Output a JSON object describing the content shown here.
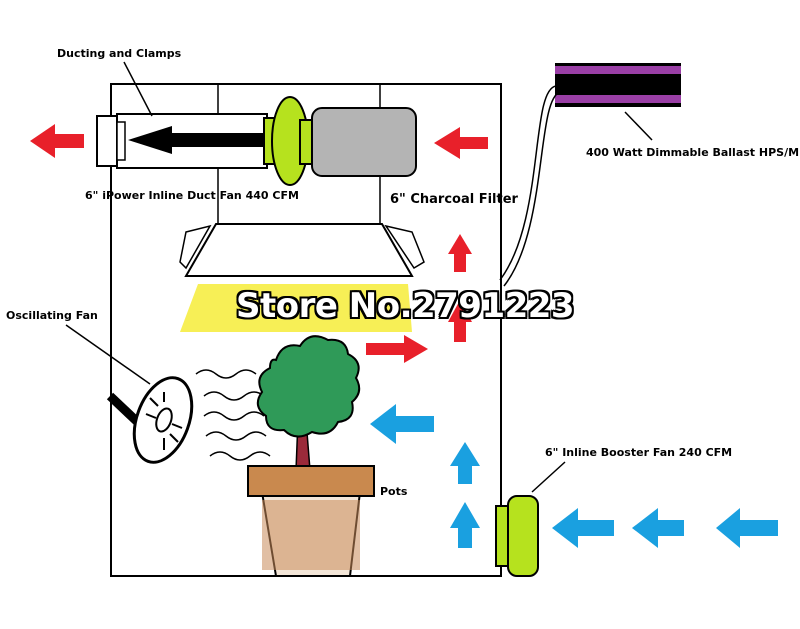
{
  "labels": {
    "ducting": "Ducting and Clamps",
    "inline_fan": "6\" iPower Inline Duct Fan 440 CFM",
    "charcoal_filter": "6\" Charcoal Filter",
    "ballast": "400 Watt Dimmable Ballast HPS/MH",
    "oscillating_fan": "Oscillating Fan",
    "booster_fan": "6\" Inline Booster Fan  240 CFM",
    "pots": "Pots",
    "watermark": "Store No.2791223"
  },
  "colors": {
    "red_arrow": "#e8202a",
    "blue_arrow": "#1aa0e0",
    "fan_green": "#b6e21e",
    "filter_gray": "#b4b4b4",
    "light_yellow": "#f7ef56",
    "ballast_purple": "#9a3fa6",
    "pot_brown": "#c9894e",
    "soil": "#c98a5a",
    "leaf_green": "#2f9a58",
    "stem": "#9b2a3a"
  },
  "icons": {
    "exhaust_arrow": "red-arrow-icon",
    "intake_arrow": "blue-arrow-icon",
    "oscillating_fan": "fan-icon",
    "plant": "plant-icon"
  }
}
